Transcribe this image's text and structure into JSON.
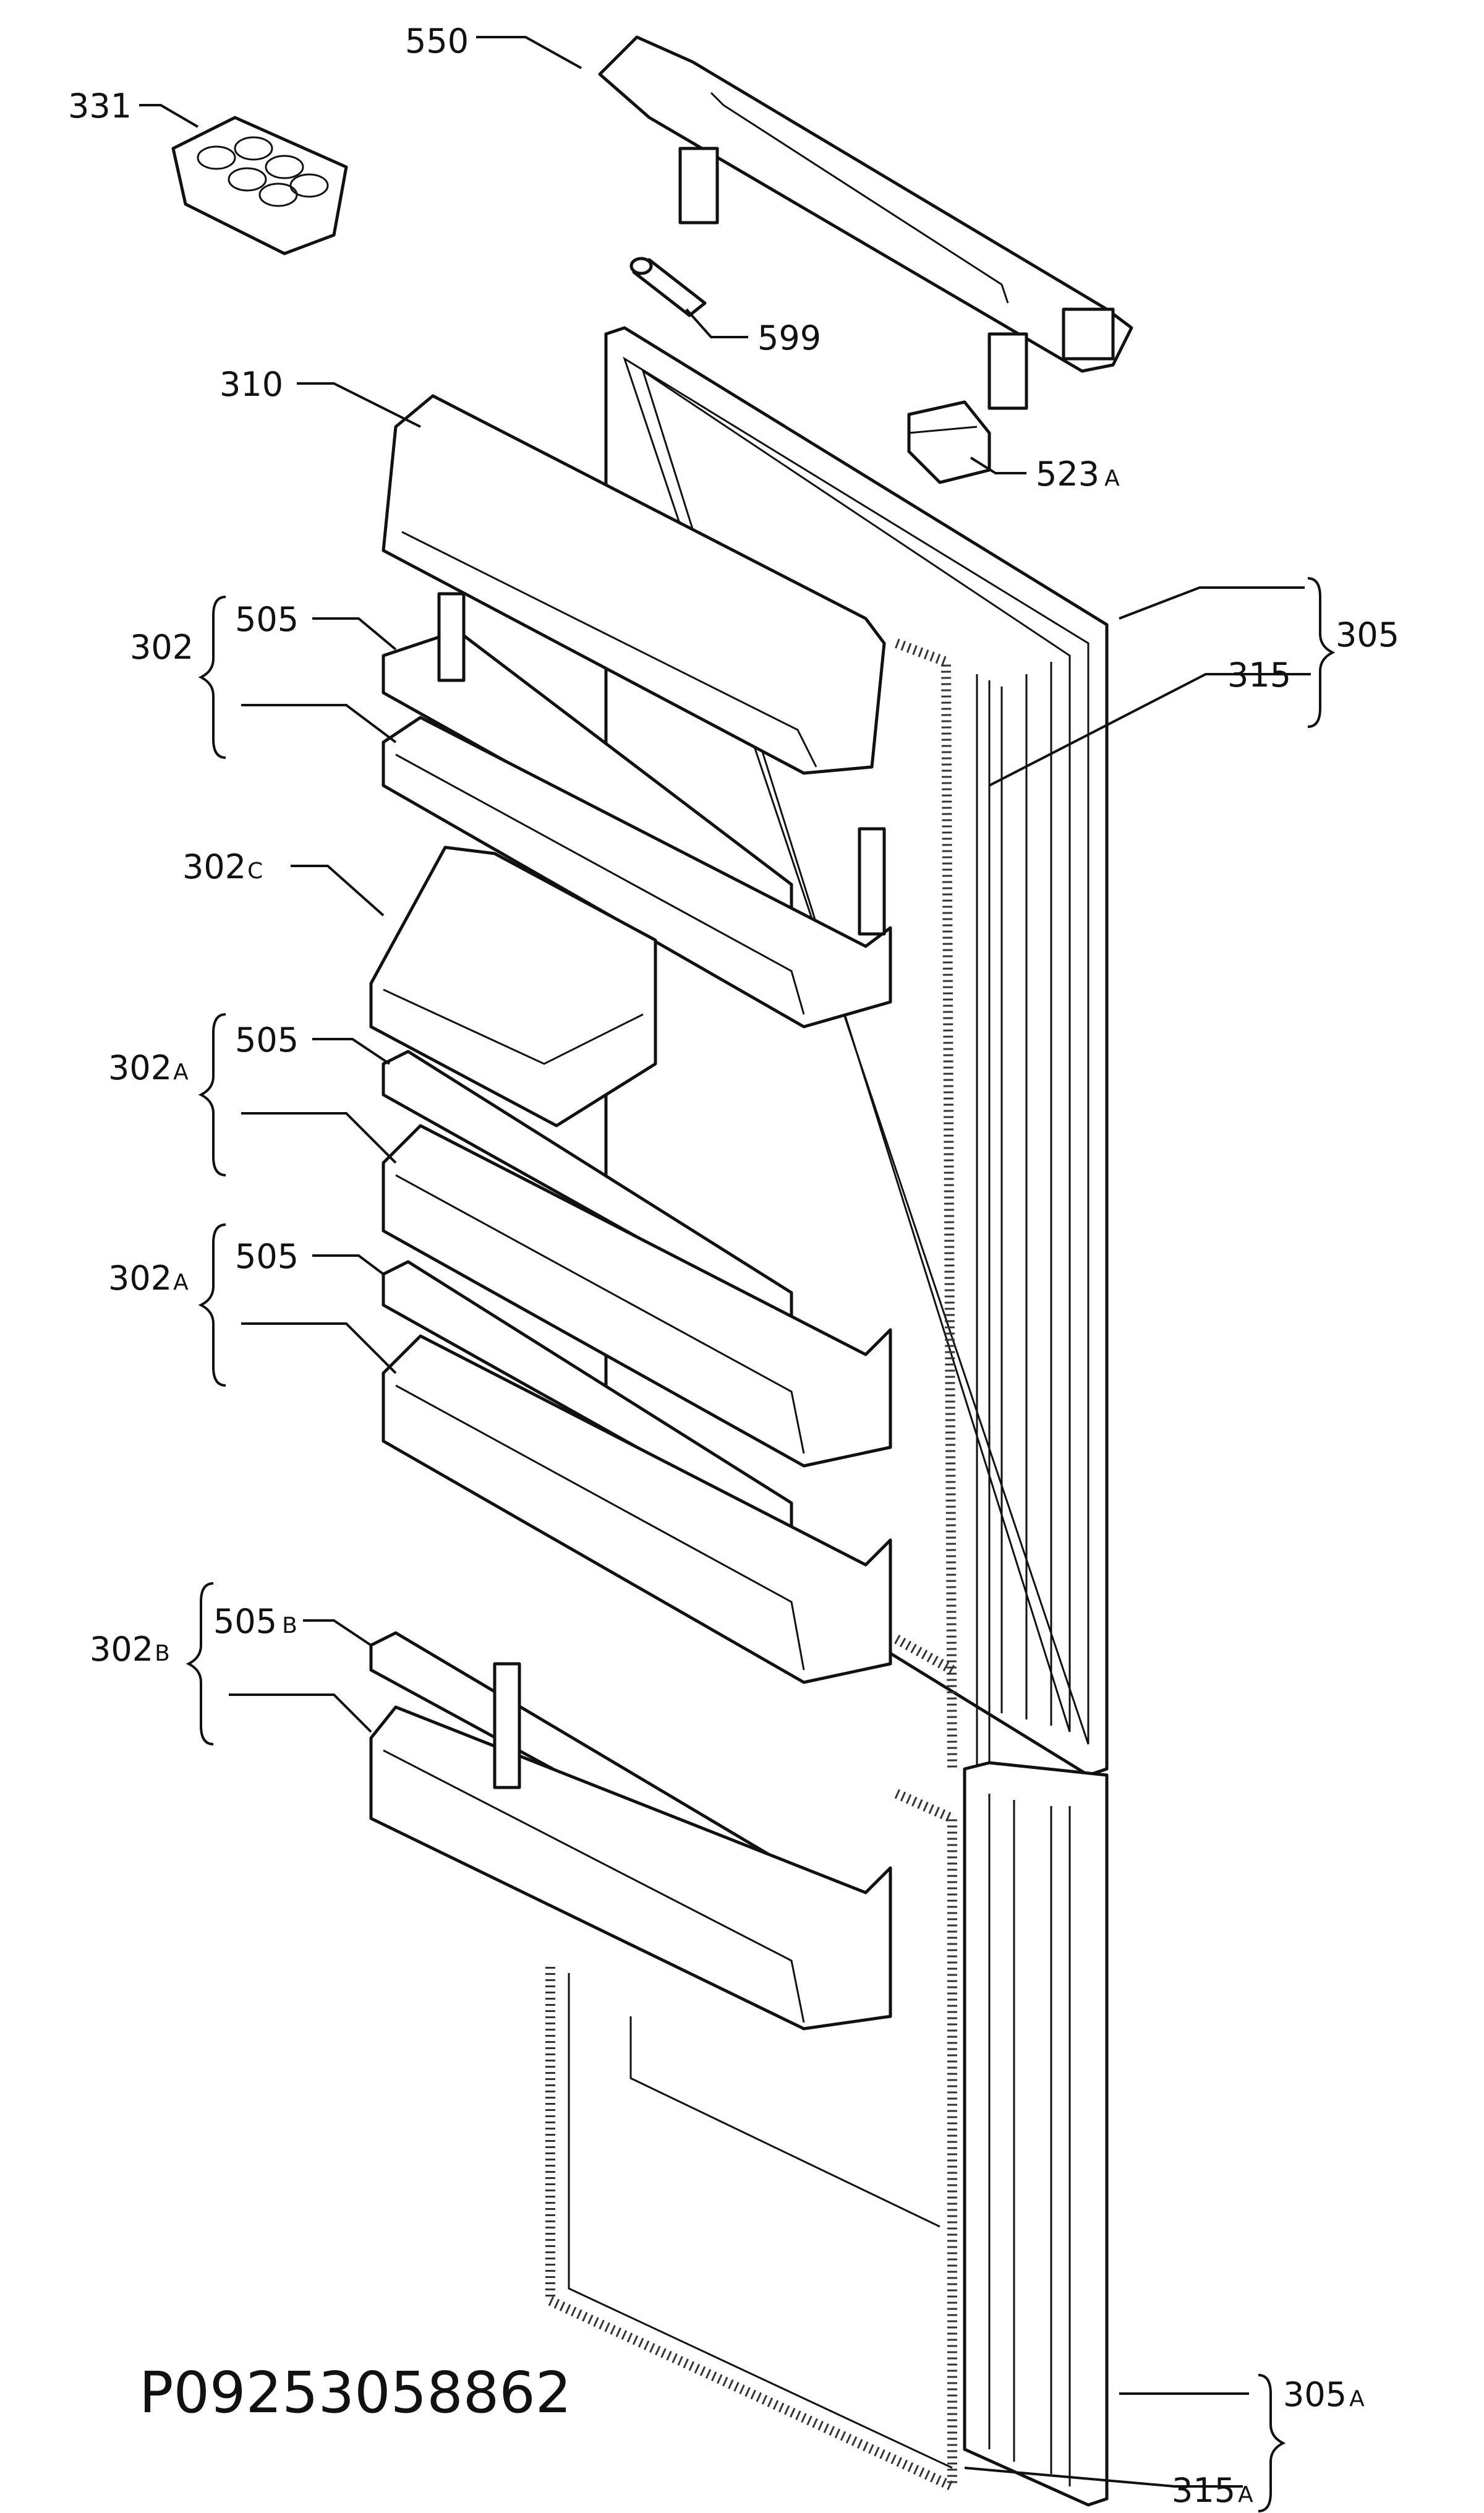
{
  "drawing_code": "P09253058862",
  "labels": {
    "l331": "331",
    "l550": "550",
    "l599": "599",
    "l310": "310",
    "l523": "523",
    "l523_sub": "A",
    "l305": "305",
    "l315": "315",
    "l302": "302",
    "l505_1": "505",
    "l302c": "302",
    "l302c_sub": "C",
    "l302a_1": "302",
    "l302a_1_sub": "A",
    "l505_2": "505",
    "l302a_2": "302",
    "l302a_2_sub": "A",
    "l505_3": "505",
    "l302b": "302",
    "l302b_sub": "B",
    "l505b": "505",
    "l505b_sub": "B",
    "l305a": "305",
    "l305a_sub": "A",
    "l315a": "315",
    "l315a_sub": "A"
  }
}
